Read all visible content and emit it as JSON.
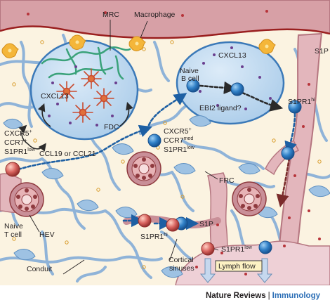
{
  "labels": {
    "mrc": "MRC",
    "macrophage": "Macrophage",
    "cxcl13_left": "CXCL13",
    "fdc": "FDC",
    "cxcl13_right": "CXCL13",
    "naive_b_line1": "Naive",
    "naive_b_line2": "B cell",
    "ebi2": "EBI2 ligand?",
    "s1p_top": "S1P",
    "s1pr1hi_right": "S1PR1",
    "s1pr1hi_right_sup": "hi",
    "cxcr5_left": "CXCR5",
    "cxcr5_left_sup": "+",
    "ccr7_left": "CCR7",
    "ccr7_left_sup": "+",
    "s1pr1_left": "S1PR1",
    "s1pr1_left_sup": "low",
    "ccl": "CCL19 or CCL21",
    "cxcr5_mid": "CXCR5",
    "cxcr5_mid_sup": "+",
    "ccr7_mid": "CCR7",
    "ccr7_mid_sup": "med",
    "s1pr1_mid": "S1PR1",
    "s1pr1_mid_sup": "low",
    "frc": "FRC",
    "naive_t_line1": "Naive",
    "naive_t_line2": "T cell",
    "hev": "HEV",
    "s1pr1hi_bottom": "S1PR1",
    "s1pr1hi_bottom_sup": "hi",
    "s1p_bottom": "S1P",
    "s1pr1low_bottom": "S1PR1",
    "s1pr1low_bottom_sup": "low",
    "cortical_line1": "Cortical",
    "cortical_line2": "sinuses",
    "conduit": "Conduit",
    "lymph_flow": "Lymph flow"
  },
  "footer": {
    "journal": "Nature Reviews",
    "separator": "|",
    "section": "Immunology"
  },
  "colors": {
    "background": "#fbf3e1",
    "conduit_network": "#8fb3d8",
    "blood_vessel": "#c98f98",
    "b_cell": "#2f7fc6",
    "t_cell": "#d9645f",
    "follicle": "#b9d6ef",
    "macrophage": "#f4b63a",
    "frc": "#9ec2e3",
    "fdc": "#c94b2f",
    "mrc": "#3aa27a",
    "chemokine_dot": "#6a3f8f",
    "lymph_flow_box": "#fdf2c4",
    "brand_blue": "#2d6fb6"
  }
}
